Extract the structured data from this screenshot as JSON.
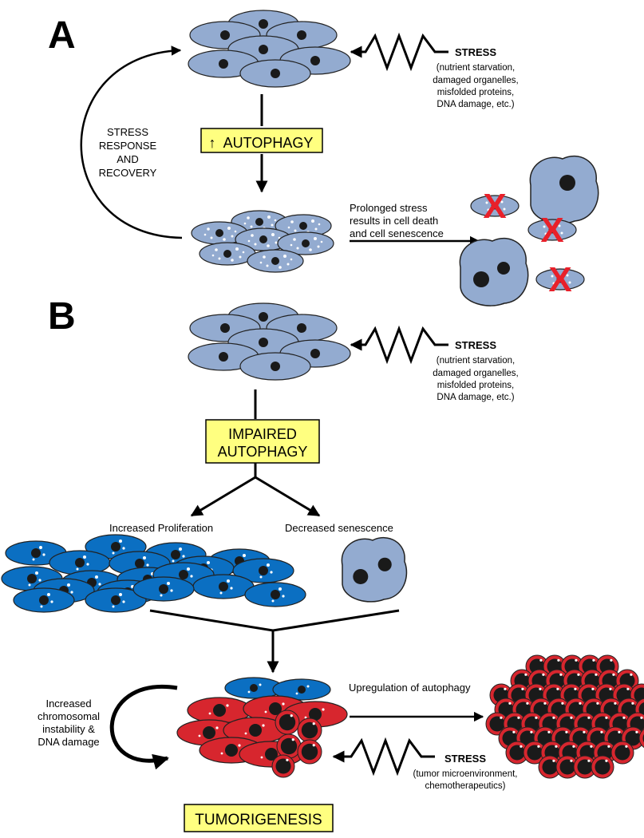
{
  "panels": {
    "a": {
      "label": "A",
      "stress": {
        "title": "STRESS",
        "details": [
          "(nutrient starvation,",
          "damaged organelles,",
          "misfolded proteins,",
          "DNA damage, etc.)"
        ]
      },
      "autophagy_box": "AUTOPHAGY",
      "up_arrow_glyph": "↑",
      "loop_label": [
        "STRESS",
        "RESPONSE",
        "AND",
        "RECOVERY"
      ],
      "prolonged_label": [
        "Prolonged stress",
        "results in cell death",
        "and cell senescence"
      ],
      "x_mark": "X"
    },
    "b": {
      "label": "B",
      "stress": {
        "title": "STRESS",
        "details": [
          "(nutrient starvation,",
          "damaged organelles,",
          "misfolded proteins,",
          "DNA damage, etc.)"
        ]
      },
      "impaired_box": [
        "IMPAIRED",
        "AUTOPHAGY"
      ],
      "proliferation_label": "Increased Proliferation",
      "senescence_label": "Decreased senescence",
      "instability_label": [
        "Increased",
        "chromosomal",
        "instability &",
        "DNA damage"
      ],
      "upregulation_label": "Upregulation of autophagy",
      "tumor_stress": {
        "title": "STRESS",
        "details": [
          "(tumor microenvironment,",
          "chemotherapeutics)"
        ]
      },
      "tumorigenesis_box": "TUMORIGENESIS"
    }
  },
  "colors": {
    "normal_cell": "#93abd0",
    "blue_cell": "#0b6fc2",
    "red_cell": "#d7262e",
    "nucleus": "#1a1a1a",
    "box_fill": "#ffff80",
    "x_red": "#e8202a"
  }
}
